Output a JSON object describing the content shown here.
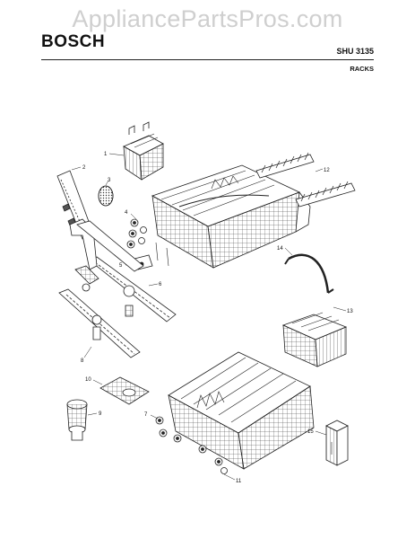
{
  "watermark": "AppliancePartsPros.com",
  "header": {
    "brand": "BOSCH",
    "model": "SHU 3135",
    "section": "RACKS"
  },
  "callouts": {
    "c1": "1",
    "c2": "2",
    "c3": "3",
    "c4": "4",
    "c5": "5",
    "c6": "6",
    "c7": "7",
    "c8": "8",
    "c9": "9",
    "c10": "10",
    "c11": "11",
    "c12": "12",
    "c13": "13",
    "c14": "14",
    "c15": "15"
  }
}
